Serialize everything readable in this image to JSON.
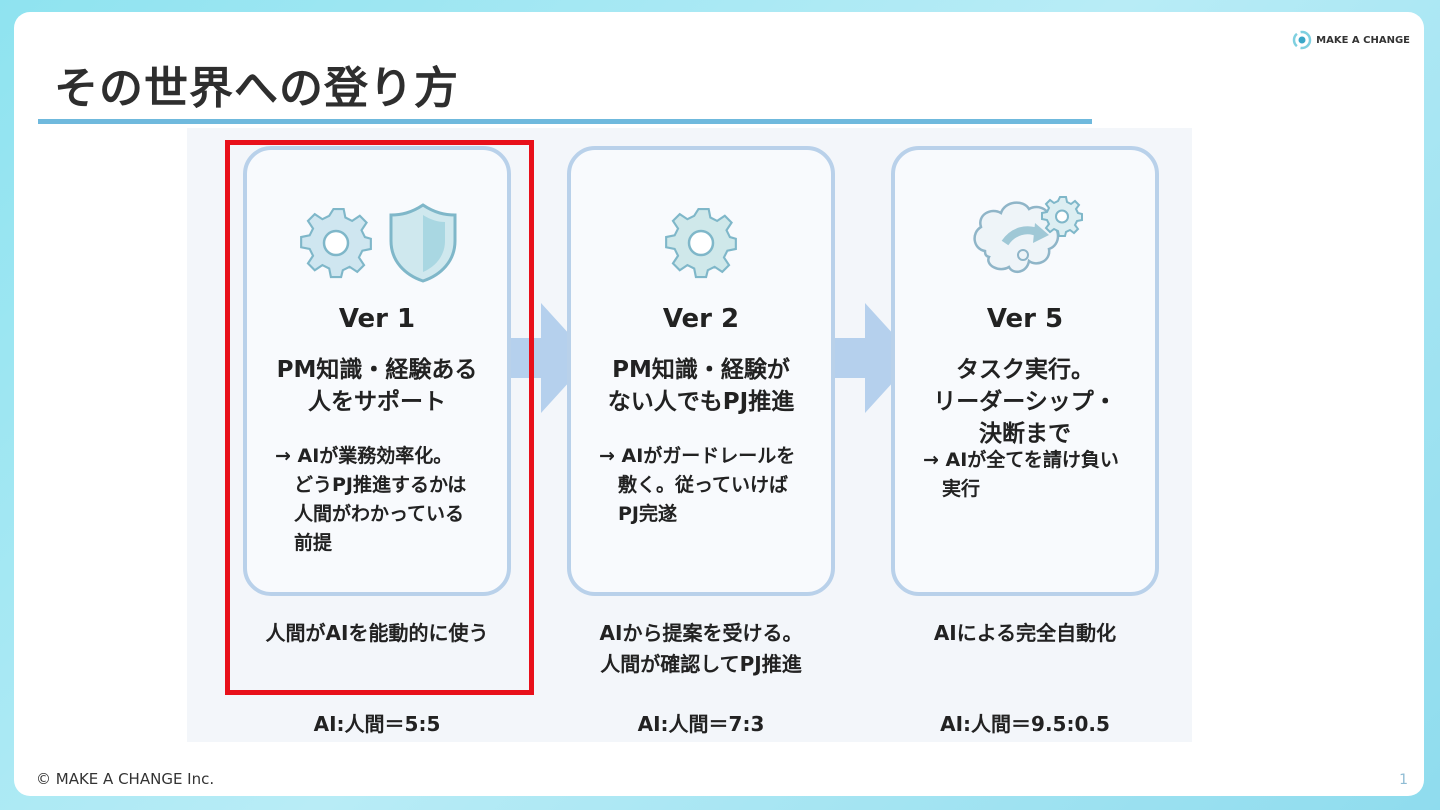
{
  "slide": {
    "title": "その世界への登り方",
    "logo_text": "MAKE A CHANGE",
    "footer": "© MAKE A CHANGE Inc.",
    "page_number": "1"
  },
  "cards": [
    {
      "version": "Ver 1",
      "heading": "PM知識・経験ある\n人をサポート",
      "description": "→ AIが業務効率化。\n　どうPJ推進するかは\n　人間がわかっている\n　前提",
      "caption": "人間がAIを能動的に使う",
      "ratio": "AI:人間＝5:5",
      "icons": [
        "gear-icon",
        "shield-icon"
      ]
    },
    {
      "version": "Ver 2",
      "heading": "PM知識・経験が\nない人でもPJ推進",
      "description": "→ AIがガードレールを\n　敷く。従っていけば\n　PJ完遂",
      "caption": "AIから提案を受ける。\n人間が確認してPJ推進",
      "ratio": "AI:人間＝7:3",
      "icons": [
        "gear-icon"
      ]
    },
    {
      "version": "Ver 5",
      "heading": "タスク実行。\nリーダーシップ・\n決断まで",
      "description": "→ AIが全てを請け負い\n　実行",
      "caption": "AIによる完全自動化",
      "ratio": "AI:人間＝9.5:0.5",
      "icons": [
        "brain-icon",
        "gear-icon"
      ]
    }
  ],
  "colors": {
    "accent_rule": "#6fb9dd",
    "card_border": "#b9d1ea",
    "highlight": "#e8101a",
    "arrow": "#a9c9ea",
    "icon_fill": "#cfe8ee",
    "icon_stroke": "#7fb7c9"
  }
}
